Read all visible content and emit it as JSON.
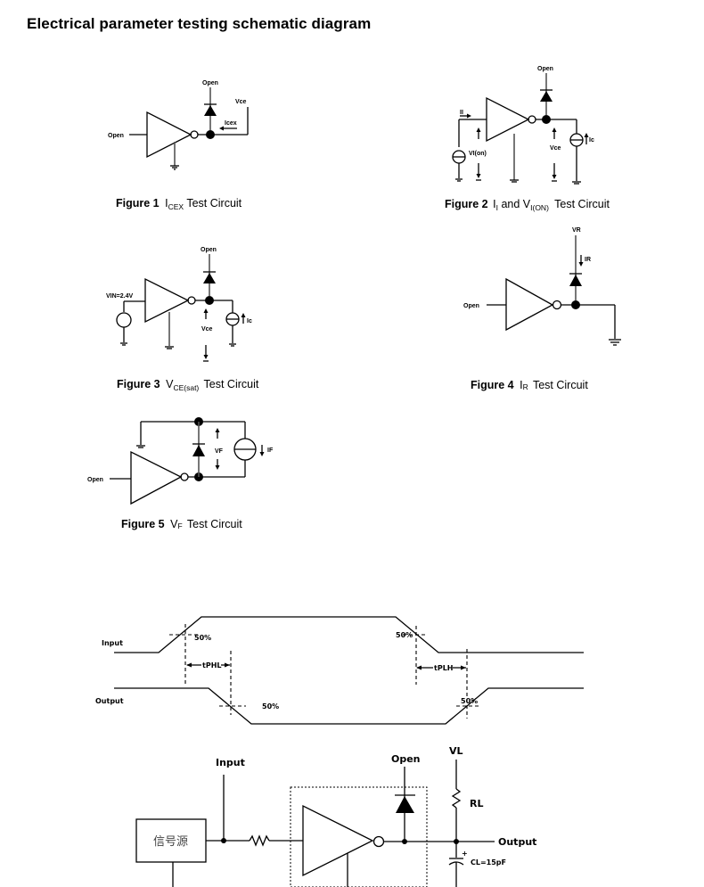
{
  "page": {
    "title": "Electrical parameter testing schematic diagram"
  },
  "figures": [
    {
      "id": "fig1",
      "caption_prefix": "Figure 1",
      "caption_symbol": "I",
      "caption_sub": "CEX",
      "caption_suffix": "Test Circuit",
      "labels": {
        "input": "Open",
        "diode_top": "Open",
        "vce": "Vce",
        "icex": "Icex"
      }
    },
    {
      "id": "fig2",
      "caption_prefix": "Figure 2",
      "caption_symbol": "I",
      "caption_sub": "I",
      "caption_mid": "and  V",
      "caption_sub2": "I(ON)",
      "caption_suffix": "Test Circuit",
      "labels": {
        "ii": "II",
        "vi_on": "VI(on)",
        "diode_top": "Open",
        "vce": "Vce",
        "ic": "Ic"
      }
    },
    {
      "id": "fig3",
      "caption_prefix": "Figure 3",
      "caption_symbol": "V",
      "caption_sub": "CE(sat)",
      "caption_suffix": "Test Circuit",
      "labels": {
        "vin": "VIN=2.4V",
        "diode_top": "Open",
        "vce": "Vce",
        "ic": "Ic"
      }
    },
    {
      "id": "fig4",
      "caption_prefix": "Figure 4",
      "caption_symbol": "I",
      "caption_sub": "R",
      "caption_suffix": "Test Circuit",
      "labels": {
        "input": "Open",
        "vr": "VR",
        "ir": "IR"
      }
    },
    {
      "id": "fig5",
      "caption_prefix": "Figure 5",
      "caption_symbol": "V",
      "caption_sub": "F",
      "caption_suffix": "Test Circuit",
      "labels": {
        "input": "Open",
        "vf": "VF",
        "if": "IF"
      }
    }
  ],
  "timing": {
    "input_label": "Input",
    "output_label": "Output",
    "pct_in_rise": "50%",
    "pct_in_fall": "50%",
    "pct_out_fall": "50%",
    "pct_out_rise": "50%",
    "tphl": "tPHL",
    "tplh": "tPLH"
  },
  "test_circuit": {
    "source_label": "信号源",
    "input_label": "Input",
    "open_label": "Open",
    "vl_label": "VL",
    "rl_label": "RL",
    "output_label": "Output",
    "cl_label": "CL=15pF",
    "cap_plus": "+"
  }
}
